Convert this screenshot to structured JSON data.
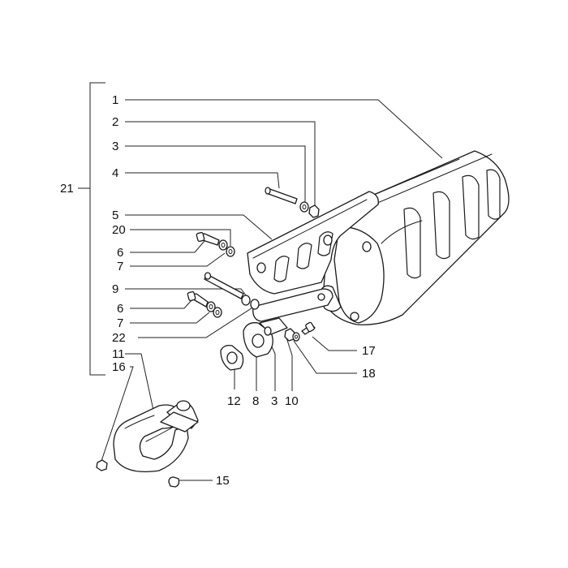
{
  "diagram": {
    "callouts": [
      {
        "id": "c1",
        "text": "1"
      },
      {
        "id": "c2",
        "text": "2"
      },
      {
        "id": "c3a",
        "text": "3"
      },
      {
        "id": "c4",
        "text": "4"
      },
      {
        "id": "c5",
        "text": "5"
      },
      {
        "id": "c20",
        "text": "20"
      },
      {
        "id": "c6a",
        "text": "6"
      },
      {
        "id": "c7a",
        "text": "7"
      },
      {
        "id": "c9",
        "text": "9"
      },
      {
        "id": "c6b",
        "text": "6"
      },
      {
        "id": "c7b",
        "text": "7"
      },
      {
        "id": "c22",
        "text": "22"
      },
      {
        "id": "c11",
        "text": "11"
      },
      {
        "id": "c16",
        "text": "16"
      },
      {
        "id": "c21",
        "text": "21"
      },
      {
        "id": "c17",
        "text": "17"
      },
      {
        "id": "c18",
        "text": "18"
      },
      {
        "id": "c12",
        "text": "12"
      },
      {
        "id": "c8",
        "text": "8"
      },
      {
        "id": "c3b",
        "text": "3"
      },
      {
        "id": "c10",
        "text": "10"
      },
      {
        "id": "c15",
        "text": "15"
      }
    ]
  }
}
